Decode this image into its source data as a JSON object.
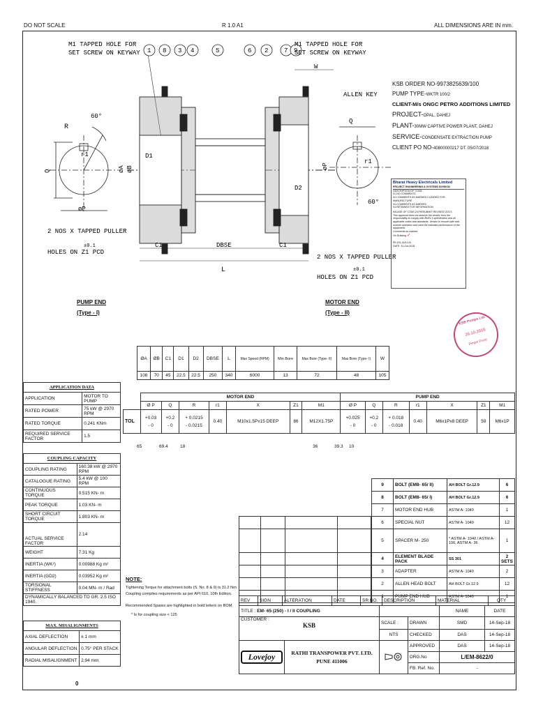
{
  "header": {
    "left": "DO NOT SCALE",
    "center": "R 1.0 A1",
    "right": "ALL DIMENSIONS ARE IN mm."
  },
  "drawing": {
    "callout_left": [
      "M1 TAPPED HOLE FOR",
      "SET SCREW ON KEYWAY"
    ],
    "callout_right": [
      "M1 TAPPED HOLE FOR",
      "SET SCREW ON KEYWAY"
    ],
    "balloons": [
      "1",
      "8",
      "3",
      "4",
      "5",
      "6",
      "2",
      "7",
      "9"
    ],
    "allen_key": "ALLEN KEY",
    "puller_left": [
      "2 NOS X TAPPED PULLER",
      "HOLES ON Z1 PCD"
    ],
    "puller_right": [
      "2 NOS X TAPPED PULLER",
      "HOLES ON Z1 PCD"
    ],
    "tol": "±0.1",
    "dims": {
      "R": "R",
      "r1": "r1",
      "angle": "60°",
      "Q": "Q",
      "phiP": "øP",
      "phiA": "øA",
      "phiB": "øB",
      "D1": "D1",
      "D2": "D2",
      "C1": "C1",
      "DBSE": "DBSE",
      "L": "L",
      "W": "W"
    }
  },
  "ksb_info": {
    "order": "KSB ORDER NO-9973825639/100",
    "pump_type_label": "PUMP TYPE-",
    "pump_type": "WKTR 100/2",
    "client": "CLIENT-M/s ONGC PETRO ADDITIONS LIMITED",
    "project_label": "PROJECT-",
    "project": "OPAL, DAHEJ",
    "plant_label": "PLANT-",
    "plant": "30MW CAPTIVE POWER PLANT, DAHEJ",
    "service_label": "SERVICE-",
    "service": "CONDENSATE EXTRACTION PUMP",
    "client_po_label": "CLIENT PO NO-",
    "client_po": "40800000217 DT. 05/07/2018"
  },
  "bhel_stamp": {
    "title": "Bharat Heavy Electricals Limited",
    "division": "PROJECT ENGINEERING & SYSTEMS DIVISION",
    "codes_title": "DESCRIPTION OF CODE",
    "codes": [
      "01-NO COMMENTS",
      "02-COMMENTS AS MARKED CLEARED FOR MANUFACTURE",
      "03-COMMENTS AS MARKED",
      "04-RETAINED FOR INFORMATION"
    ],
    "note": "INCASE OF CODE-2/3 RESUBMIT REVISED DOCS",
    "disclaimer": "This approval does not absolve the vendor from the responsibility to comply with BHEL's specification and all applicable codes and standards. Vendor to ensure safe and smooth operation and meet the intended performance of the equipment.",
    "comments": "Comments as marked",
    "on_drawing": "On Drawing",
    "doc_no": "PE-DG-418-143",
    "date_label": "DATE:",
    "date": "31-Oct-2018"
  },
  "seal": {
    "ring_text": "KSB Pumps Ltd.",
    "date": "26.10.2018",
    "place": "Pimpri Pune"
  },
  "pump_end": {
    "title": "PUMP END",
    "type": "(Type - I)"
  },
  "motor_end": {
    "title": "MOTOR END",
    "type": "(Type - II)"
  },
  "dim_table": {
    "headers": [
      "ØA",
      "ØB",
      "C1",
      "D1",
      "D2",
      "DBSE",
      "L",
      "Max Speed (RPM)",
      "Min Bore",
      "Max Bore (Type- II)",
      "Max Bore (Type- I)",
      "W"
    ],
    "values": [
      "108",
      "70",
      "45",
      "22.5",
      "22.5",
      "250",
      "340",
      "6000",
      "13",
      "72",
      "48",
      "105"
    ]
  },
  "application_data": {
    "title": "APPLICATION DATA",
    "rows": [
      [
        "APPLICATION",
        "MOTOR TO PUMP"
      ],
      [
        "RATED POWER",
        "75 kW @ 2970 RPM"
      ],
      [
        "RATED TORQUE",
        "0.241 KNm"
      ],
      [
        "REQUIRED SERVICE FACTOR",
        "1.5"
      ]
    ]
  },
  "tol_table": {
    "motor_title": "MOTOR END",
    "pump_title": "PUMP END",
    "headers": [
      "Ø P",
      "Q",
      "R",
      "r1",
      "X",
      "Z1",
      "M1",
      "Ø P",
      "Q",
      "R",
      "r1",
      "X",
      "Z1",
      "M1"
    ],
    "tol_label": "TOL",
    "motor": {
      "p_tol": [
        "+0.03",
        "- 0"
      ],
      "q_tol": [
        "+0.2",
        "- 0"
      ],
      "r_tol": [
        "+ 0.0215",
        "- 0.0215"
      ],
      "r1": "0.40",
      "x": "M10x1.5Px15 DEEP",
      "z1": "86",
      "m1": "M12X1.75P",
      "p": "65",
      "q": "69.4",
      "r": "18"
    },
    "pump": {
      "p_tol": [
        "+0.025",
        "- 0"
      ],
      "q_tol": [
        "+0.2",
        "- 0"
      ],
      "r_tol": [
        "+ 0.018",
        "- 0.018"
      ],
      "r1": "0.40",
      "x": "M6x1Px8 DEEP",
      "z1": "59",
      "m1": "M6x1P",
      "p": "36",
      "q": "39.3",
      "r": "10"
    }
  },
  "coupling_capacity": {
    "title": "COUPLING CAPACITY",
    "rows": [
      [
        "COUPLING RATING",
        "160.38 kW @ 2970 RPM"
      ],
      [
        "CATALOGUE RATING",
        "5.4 kW @ 100 RPM"
      ],
      [
        "CONTINUOUS TORQUE",
        "0.515 KN- m"
      ],
      [
        "PEAK TORQUE",
        "1.03 KN- m"
      ],
      [
        "SHORT CIRCUIT TORQUE",
        "1.803 KN- m"
      ],
      [
        "ACTUAL SERVICE FACTOR",
        "2.14"
      ],
      [
        "WEIGHT",
        "7.31 Kg"
      ],
      [
        "INERTIA (WK²)",
        "0.00988 Kg m²"
      ],
      [
        "INERTIA (GD2)",
        "0.03952 Kg m²"
      ],
      [
        "TORSIONAL STIFFNESS",
        "0.04 MN- m / Rad"
      ],
      [
        "DYNAMICALLY BALANCED TO GR. 2.5 ISO 1940.",
        ""
      ]
    ]
  },
  "misalignment": {
    "title": "MAX. MISALIGNMENTS",
    "rows": [
      [
        "AXIAL DEFLECTION",
        "± 1 mm"
      ],
      [
        "ANGULAR DEFLECTION",
        "0.75° PER STACK"
      ],
      [
        "RADIAL MISALIGNMENT",
        "2.94 mm"
      ]
    ]
  },
  "notes": {
    "title": "NOTE:",
    "lines": [
      "Tightening Torque for attachment bolts (S. No. 8 & 9) is 31.2 Nm",
      "Coupling complies requirements as per API 610, 10th Edition.",
      "Recommended Spares are highlighted in bold letters on BOM.",
      "* Is for coupling size < 125"
    ]
  },
  "bom": {
    "rows": [
      {
        "sr": "9",
        "desc": "BOLT (EM8- 65/ II)",
        "material": "AH BOLT Gr.12.9",
        "qty": "6",
        "bold": true
      },
      {
        "sr": "8",
        "desc": "BOLT (EM8- 65/ I)",
        "material": "AH BOLT Gr.12.9",
        "qty": "6",
        "bold": true
      },
      {
        "sr": "7",
        "desc": "MOTOR END HUB",
        "material": "ASTM A- 1040",
        "qty": "1",
        "bold": false
      },
      {
        "sr": "6",
        "desc": "SPECIAL NUT",
        "material": "ASTM A- 1040",
        "qty": "12",
        "bold": false
      },
      {
        "sr": "5",
        "desc": "SPACER M- 250",
        "material": "* ASTM A- 1040 / ASTM A- 106, ASTM A- 36",
        "qty": "1",
        "bold": false
      },
      {
        "sr": "4",
        "desc": "ELEMENT BLADE PACK",
        "material": "SS 301",
        "qty": "2 SETS",
        "bold": true
      },
      {
        "sr": "3",
        "desc": "ADAPTER",
        "material": "ASTM A- 1040",
        "qty": "2",
        "bold": false
      },
      {
        "sr": "2",
        "desc": "ALLEN HEAD BOLT",
        "material": "AH BOLT Gr.12.9",
        "qty": "12",
        "bold": false
      },
      {
        "sr": "1",
        "desc": "PUMP END HUB",
        "material": "ASTM A- 1040",
        "qty": "1",
        "bold": false
      }
    ],
    "headers": {
      "rev": "REV",
      "sign": "SIGN",
      "alteration": "ALTERATION",
      "date": "DATE",
      "sr": "SR.NO.",
      "desc": "DESCRIPTION",
      "material": "MATERIAL",
      "qty": "QTY"
    }
  },
  "title_block": {
    "title_label": "TITLE :",
    "title": "EM- 65 (250) - I / II COUPLING",
    "customer_label": "CUSTOMER :",
    "customer": "KSB",
    "scale_label": "SCALE :",
    "scale": "NTS",
    "name_label": "NAME",
    "date_label": "DATE",
    "drawn_label": "DRAWN",
    "drawn_name": "SMD",
    "drawn_date": "14-Sep-18",
    "checked_label": "CHECKED",
    "checked_name": "DAS",
    "checked_date": "14-Sep-18",
    "approved_label": "APPROVED",
    "approved_name": "DAS",
    "approved_date": "14-Sep-18",
    "drg_label": "DRG.No",
    "drg_no": "L/EM-8622/0",
    "fb_label": "FB. Ref. No.",
    "fb_no": "-",
    "logo": "Lovejoy",
    "company": "RATHI TRANSPOWER PVT. LTD.",
    "city": "PUNE 411006",
    "sheet": "0"
  }
}
